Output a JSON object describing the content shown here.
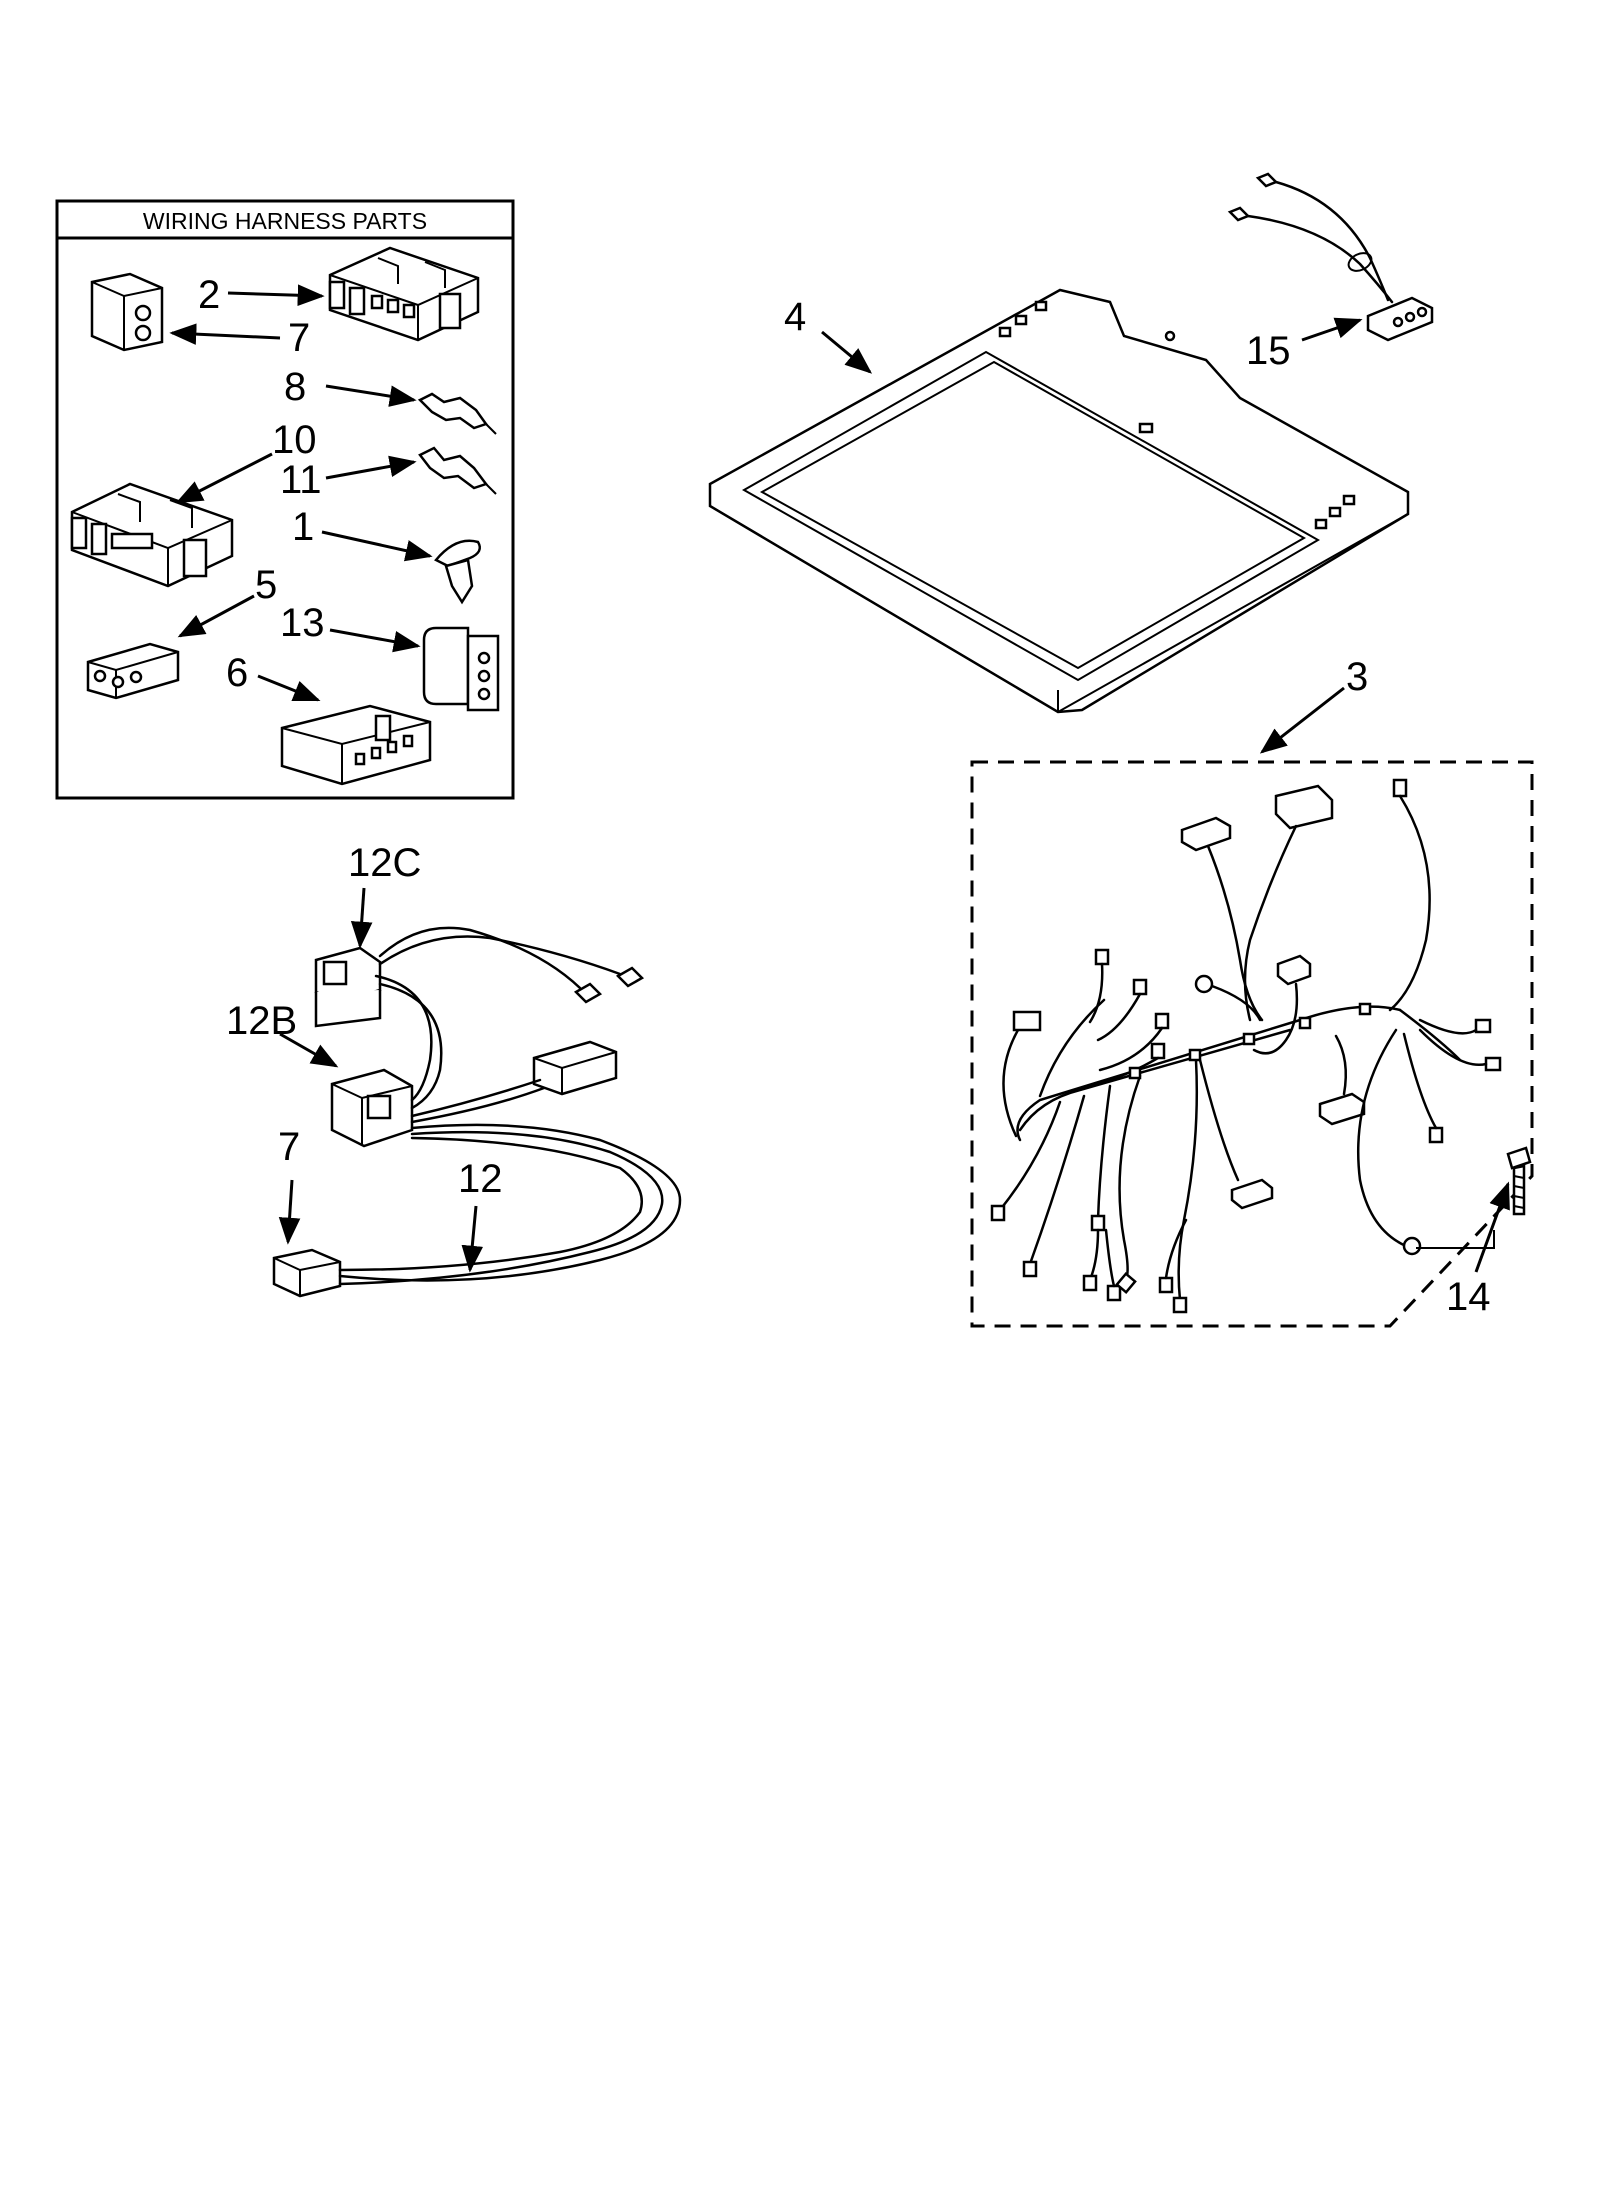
{
  "inset_box": {
    "title": "WIRING HARNESS PARTS"
  },
  "labels": {
    "p1": "1",
    "p2": "2",
    "p3": "3",
    "p4": "4",
    "p5": "5",
    "p6": "6",
    "p7_inset": "7",
    "p7_harness": "7",
    "p8": "8",
    "p10": "10",
    "p11": "11",
    "p12": "12",
    "p12b": "12B",
    "p12c": "12C",
    "p13": "13",
    "p14": "14",
    "p15": "15"
  }
}
